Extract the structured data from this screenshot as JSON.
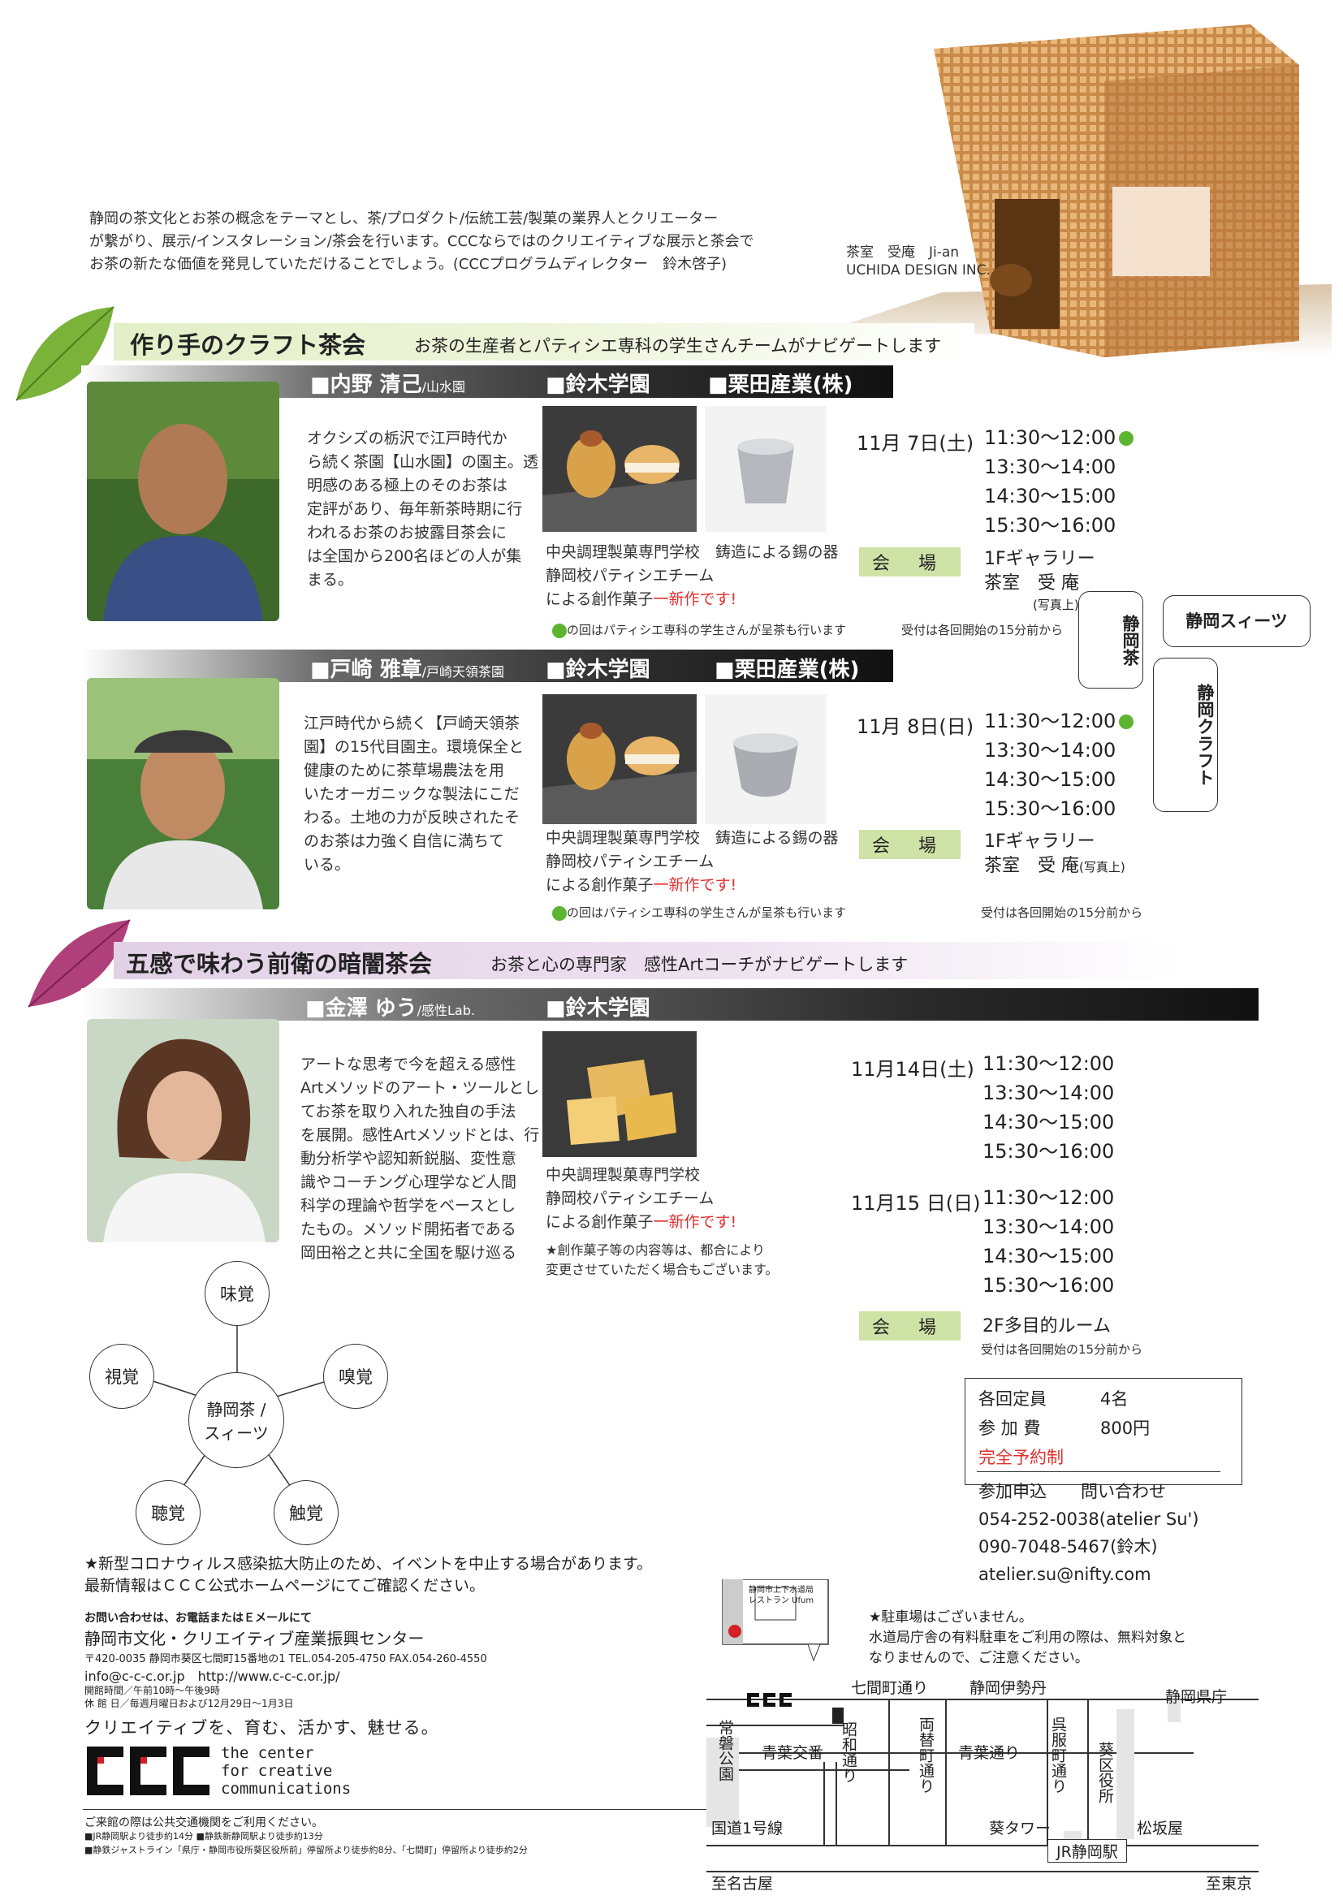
{
  "intro": {
    "line1": "静岡の茶文化とお茶の概念をテーマとし、茶/プロダクト/伝統工芸/製菓の業界人とクリエーター",
    "line2": "が繋がり、展示/インスタレーション/茶会を行います。CCCならではのクリエイティブな展示と茶会で",
    "line3": "お茶の新たな価値を発見していただけることでしょう。(CCCプログラムディレクター　鈴木啓子)"
  },
  "hero_caption": {
    "line1": "茶室　受庵　Ji-an",
    "line2": "UCHIDA DESIGN INC."
  },
  "section1": {
    "title": "作り手のクラフト茶会",
    "subtitle": "お茶の生産者とパティシエ専科の学生さんチームがナビゲートします"
  },
  "session1": {
    "person": "■内野 清己",
    "person_org": "/山水園",
    "partner1": "■鈴木学園",
    "partner2": "■栗田産業(株)",
    "bio": [
      "オクシズの栃沢で江戸時代か",
      "ら続く茶園【山水園】の園主。透",
      "明感のある極上のそのお茶は",
      "定評があり、毎年新茶時期に行",
      "われるお茶のお披露目茶会に",
      "は全国から200名ほどの人が集",
      "まる。"
    ],
    "sweets_1": "中央調理製菓専門学校",
    "sweets_2": "静岡校パティシエチーム",
    "sweets_3": "による創作菓子",
    "sweets_new": "一新作です!",
    "tin": "鋳造による錫の器",
    "date": "11月 7日(土)",
    "times": [
      "11:30～12:00",
      "13:30～14:00",
      "14:30～15:00",
      "15:30～16:00"
    ],
    "kaijo": "会 場",
    "venue1": "1Fギャラリー",
    "venue2": "茶室　受 庵",
    "venue_note": "(写真上)",
    "note": "の回はパティシエ専科の学生さんが呈茶も行います",
    "reception": "受付は各回開始の15分前から"
  },
  "session2": {
    "person": "■戸崎 雅章",
    "person_org": "/戸崎天領茶園",
    "partner1": "■鈴木学園",
    "partner2": "■栗田産業(株)",
    "bio": [
      "江戸時代から続く【戸崎天領茶",
      "園】の15代目園主。環境保全と",
      "健康のために茶草場農法を用",
      "いたオーガニックな製法にこだ",
      "わる。土地の力が反映されたそ",
      "のお茶は力強く自信に満ちて",
      "いる。"
    ],
    "sweets_1": "中央調理製菓専門学校",
    "sweets_2": "静岡校パティシエチーム",
    "sweets_3": "による創作菓子",
    "sweets_new": "一新作です!",
    "tin": "鋳造による錫の器",
    "date": "11月 8日(日)",
    "times": [
      "11:30～12:00",
      "13:30～14:00",
      "14:30～15:00",
      "15:30～16:00"
    ],
    "kaijo": "会 場",
    "venue1": "1Fギャラリー",
    "venue2": "茶室　受 庵",
    "venue_note": "(写真上)",
    "note": "の回はパティシエ専科の学生さんが呈茶も行います",
    "reception": "受付は各回開始の15分前から"
  },
  "tags": {
    "tea": "静岡茶",
    "sweets": "静岡スィーツ",
    "craft": "静岡クラフト"
  },
  "section2": {
    "title": "五感で味わう前衛の暗闇茶会",
    "subtitle": "お茶と心の専門家　感性Artコーチがナビゲートします"
  },
  "session3": {
    "person": "■金澤 ゆう",
    "person_org": "/感性Lab.",
    "partner1": "■鈴木学園",
    "bio": [
      "アートな思考で今を超える感性",
      "Artメソッドのアート・ツールとし",
      "てお茶を取り入れた独自の手法",
      "を展開。感性Artメソッドとは、行",
      "動分析学や認知新鋭脳、変性意",
      "識やコーチング心理学など人間",
      "科学の理論や哲学をベースとし",
      "たもの。メソッド開拓者である",
      "岡田裕之と共に全国を駆け巡る"
    ],
    "sweets_1": "中央調理製菓専門学校",
    "sweets_2": "静岡校パティシエチーム",
    "sweets_3": "による創作菓子",
    "sweets_new": "一新作です!",
    "sweets_note1": "★創作菓子等の内容等は、都合により",
    "sweets_note2": "変更させていただく場合もございます。",
    "date1": "11月14日(土)",
    "date2": "11月15 日(日)",
    "times": [
      "11:30～12:00",
      "13:30～14:00",
      "14:30～15:00",
      "15:30～16:00"
    ],
    "kaijo": "会 場",
    "venue": "2F多目的ルーム",
    "reception": "受付は各回開始の15分前から"
  },
  "senses": {
    "center": "静岡茶 / スィーツ",
    "taste": "味覚",
    "smell": "嗅覚",
    "touch": "触覚",
    "hearing": "聴覚",
    "sight": "視覚"
  },
  "booking": {
    "cap_label": "各回定員",
    "cap_value": "4名",
    "fee_label": "参 加 費",
    "fee_value": "800円",
    "reserve": "完全予約制",
    "apply": "参加申込　　問い合わせ",
    "tel1": "054-252-0038(atelier Su')",
    "tel2": "090-7048-5467(鈴木)",
    "email": "atelier.su@nifty.com"
  },
  "notice": {
    "line1": "★新型コロナウィルス感染拡大防止のため、イベントを中止する場合があります。",
    "line2": "最新情報はＣＣＣ公式ホームページにてご確認ください。"
  },
  "footer": {
    "contact_head": "お問い合わせは、お電話またはＥメールにて",
    "org": "静岡市文化・クリエイティブ産業振興センター",
    "address": "〒420-0035 静岡市葵区七間町15番地の1 TEL.054-205-4750 FAX.054-260-4550",
    "web": "info@c-c-c.or.jp　http://www.c-c-c.or.jp/",
    "hours": "開館時間／午前10時～午後9時",
    "closed": "休 館 日／毎週月曜日および12月29日～1月3日",
    "tagline": "クリエイティブを、育む、活かす、魅せる。",
    "logo_text1": "the center",
    "logo_text2": "for creative",
    "logo_text3": "communications",
    "transit_head": "ご来館の際は公共交通機関をご利用ください。",
    "transit1": "■JR静岡駅より徒歩約14分 ■静鉄新静岡駅より徒歩約13分",
    "transit2": "■静鉄ジャストライン「県庁・静岡市役所葵区役所前」停留所より徒歩約8分、「七間町」停留所より徒歩約2分"
  },
  "map": {
    "parking1": "★駐車場はございません。",
    "parking2": "水道局庁舎の有料駐車をご利用の際は、無料対象と",
    "parking3": "なりませんので、ご注意ください。",
    "shichiken": "七間町通り",
    "isetan": "静岡伊勢丹",
    "kencho": "静岡県庁",
    "tokiwa": "常磐公園",
    "aoba_kouban": "青葉交番",
    "showa": "昭和通り",
    "ryogae": "両替町通り",
    "aoba": "青葉通り",
    "gofuku": "呉服町通り",
    "aoi_ku": "葵区役所",
    "route1": "国道1号線",
    "aoi_tower": "葵タワー",
    "matsuzakaya": "松坂屋",
    "jr": "JR静岡駅",
    "nagoya": "至名古屋",
    "tokyo": "至東京",
    "inset_label": "静岡市上下水道局",
    "inset_shop": "レストラン Ufum"
  },
  "colors": {
    "green_bar": "#e3efc7",
    "purple_bar": "#e2d1e6",
    "accent_red": "#e0302e",
    "dot_green": "#5cb531",
    "kaijo_bg": "#cfe3a6"
  }
}
